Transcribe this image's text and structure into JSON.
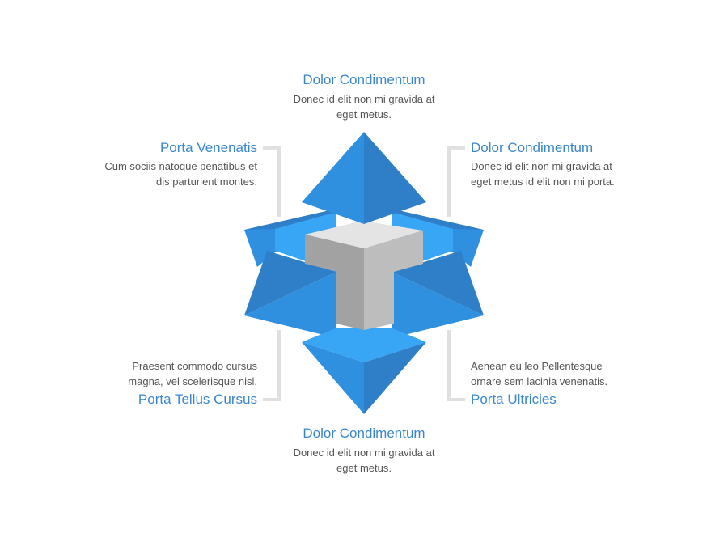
{
  "top": {
    "title": "Dolor Condimentum",
    "lines": [
      "Donec id elit non mi gravida at",
      "eget metus."
    ]
  },
  "top_left": {
    "title": "Porta Venenatis",
    "lines": [
      "Cum sociis natoque penatibus et",
      "dis parturient montes."
    ]
  },
  "top_right": {
    "title": "Dolor Condimentum",
    "lines": [
      "Donec id elit non mi gravida at",
      "eget metus id elit non mi porta."
    ]
  },
  "bottom_left": {
    "title": "Porta Tellus Cursus",
    "lines": [
      "Praesent commodo cursus",
      "magna, vel scelerisque nisl."
    ]
  },
  "bottom_right": {
    "title": "Porta Ultricies",
    "lines": [
      "Aenean eu leo Pellentesque",
      "ornare sem lacinia venenatis."
    ]
  },
  "bottom": {
    "title": "Dolor Condimentum",
    "lines": [
      "Donec id elit non mi gravida at",
      "eget metus."
    ]
  },
  "colors": {
    "accent": "#3a87cf",
    "blue_light": "#38a6f4",
    "blue_mid": "#2e90df",
    "blue_dark": "#2f7fc8",
    "gray_top": "#e4e4e4",
    "gray_left": "#a2a2a2",
    "gray_right": "#bdbdbd",
    "bracket": "#e0e0e0"
  }
}
